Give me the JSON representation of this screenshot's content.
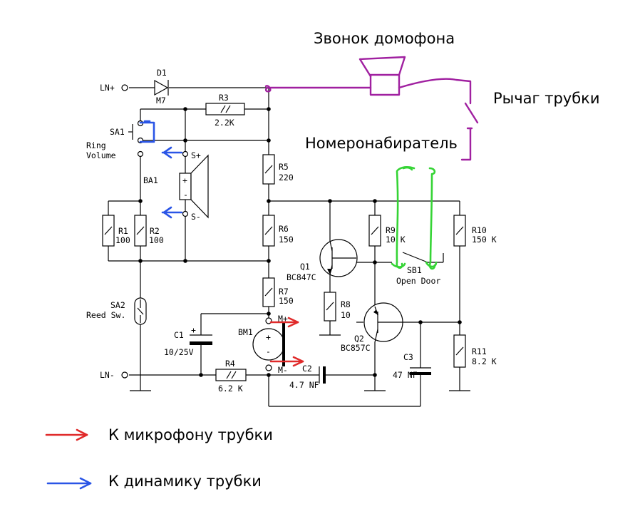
{
  "annotations": {
    "doorbell": "Звонок домофона",
    "hook_lever": "Рычаг трубки",
    "dialer": "Номеронабиратель",
    "legend_mic": "К микрофону трубки",
    "legend_speaker": "К динамику трубки"
  },
  "colors": {
    "doorbell_wiring": "#a020a0",
    "dialer_wiring": "#35d435",
    "speaker_wiring": "#2a55e6",
    "mic_wiring": "#e02a2a"
  },
  "components": {
    "ln_plus": "LN+",
    "ln_minus": "LN-",
    "d1": "D1",
    "d1_value": "M7",
    "r3": "R3",
    "r3_value": "2.2K",
    "sa1": "SA1",
    "ring_volume_1": "Ring",
    "ring_volume_2": "Volume",
    "ba1": "BA1",
    "s_plus": "S+",
    "s_minus": "S-",
    "r1": "R1",
    "r1_value": "100",
    "r2": "R2",
    "r2_value": "100",
    "sa2": "SA2",
    "sa2_desc": "Reed Sw.",
    "r5": "R5",
    "r5_value": "220",
    "r6": "R6",
    "r6_value": "150",
    "r7": "R7",
    "r7_value": "150",
    "c1": "C1",
    "c1_value": "10/25V",
    "r4": "R4",
    "r4_value": "6.2 K",
    "bm1": "BM1",
    "m_plus": "M+",
    "m_minus": "M-",
    "c2": "C2",
    "c2_value": "4.7 NF",
    "q1": "Q1",
    "q1_type": "BC847C",
    "r8": "R8",
    "r8_value": "10",
    "q2": "Q2",
    "q2_type": "BC857C",
    "r9": "R9",
    "r9_value": "10 K",
    "sb1": "SB1",
    "sb1_desc": "Open Door",
    "c3": "C3",
    "c3_value": "47 NF",
    "r10": "R10",
    "r10_value": "150 K",
    "r11": "R11",
    "r11_value": "8.2 K"
  }
}
